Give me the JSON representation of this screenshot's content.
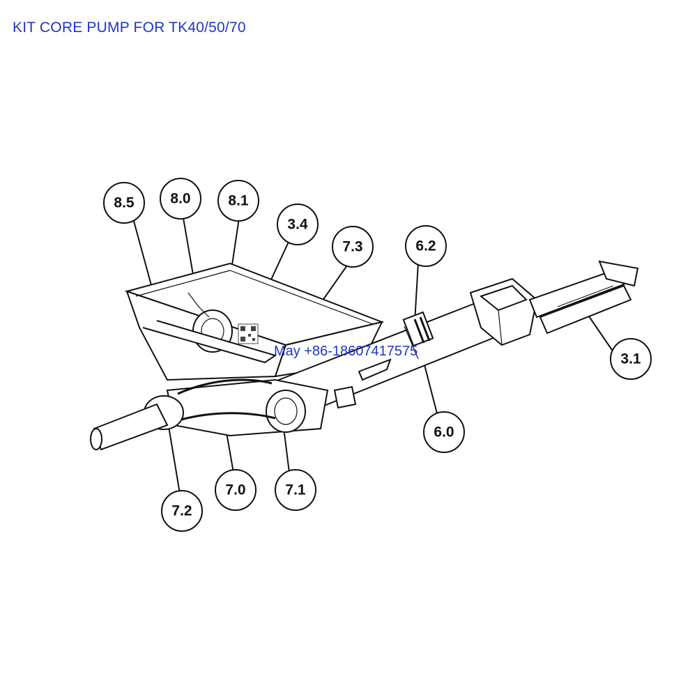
{
  "title": "KIT CORE PUMP FOR TK40/50/70",
  "contact": "May +86-18607417575",
  "colors": {
    "title": "#1f35c8",
    "lines": "#111111"
  },
  "callouts": [
    {
      "id": "8.5",
      "label": "8.5"
    },
    {
      "id": "8.0",
      "label": "8.0"
    },
    {
      "id": "8.1",
      "label": "8.1"
    },
    {
      "id": "3.4",
      "label": "3.4"
    },
    {
      "id": "7.3",
      "label": "7.3"
    },
    {
      "id": "6.2",
      "label": "6.2"
    },
    {
      "id": "3.1",
      "label": "3.1"
    },
    {
      "id": "6.0",
      "label": "6.0"
    },
    {
      "id": "7.1",
      "label": "7.1"
    },
    {
      "id": "7.0",
      "label": "7.0"
    },
    {
      "id": "7.2",
      "label": "7.2"
    }
  ]
}
